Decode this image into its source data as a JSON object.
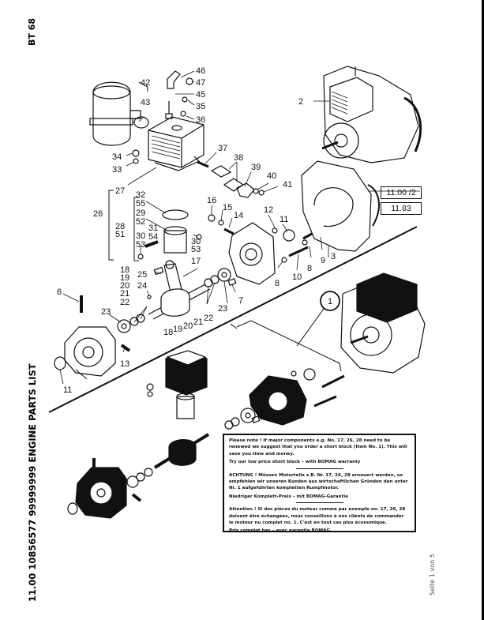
{
  "document": {
    "code": "BT 68",
    "title": "11.00 10856577 99999999 ENGINE PARTS LIST",
    "page": "Seite 1 von 5"
  },
  "references": {
    "group": "11.00 /2",
    "next": "11.83"
  },
  "callouts": {
    "short_block": "1",
    "engine": "2",
    "fan_cover": "3",
    "stud": "6",
    "pin": "7",
    "washer_a": "8",
    "washer_b": "8",
    "screw_9": "9",
    "screw_10": "10",
    "bearing_11_top": "11",
    "bearing_11_bottom": "11",
    "nut_12": "12",
    "plug_13": "13",
    "stud_14": "14",
    "washer_15": "15",
    "nut_16": "16",
    "conrod": "17",
    "crank_group_a": [
      "18",
      "19",
      "20",
      "21",
      "22"
    ],
    "crank_group_b": [
      "18",
      "19",
      "20",
      "21",
      "22"
    ],
    "seal_22": "22",
    "bearing_23_left": "23",
    "bearing_23_right": "23",
    "key_24": "24",
    "needle_25": "25",
    "cylinder_kit": "26",
    "cylinder": "27",
    "piston_kit": [
      "28",
      "51"
    ],
    "piston": [
      "29",
      "52"
    ],
    "circlip_left": [
      "30",
      "53"
    ],
    "circlip_right": [
      "30",
      "53"
    ],
    "piston_pin": [
      "31",
      "54"
    ],
    "ring": [
      "32",
      "55"
    ],
    "washer_33": "33",
    "nut_34": "34",
    "screw_35": "35",
    "spring_36": "36",
    "stud_37": "37",
    "gasket_38": "38",
    "flange_39": "39",
    "washer_40": "40",
    "nut_41": "41",
    "air_filter": "42",
    "clamp_43": "43",
    "spark_plug": "45",
    "plug_cap": "46",
    "nut_47": "47"
  },
  "note": {
    "en_body": "Please note ! If major components e.g. No. 17, 26, 28 need to be renewed we suggest that you order a short block (Item No. 1). This will save you time and money.",
    "en_tag": "Try our low price short block – with BOMAG warranty",
    "de_body": "ACHTUNG ! Müssen Motorteile z.B. Nr. 17, 26, 28 erneuert werden, so empfehlen wir unseren Kunden aus wirtschaftlichen Gründen den unter Nr. 1 aufgeführten kompletten Rumpfmotor.",
    "de_tag": "Niedriger Komplett-Preis – mit BOMAG-Garantie",
    "fr_body": "Attention ! Si des pièces du moteur comme par exemple no. 17, 26, 28 doivent être échangées, nous conseillons à nos clients de commander le moteur nu complet no. 1. C'est en tout cas plus économique.",
    "fr_tag": "Prix complet bas – avec garantie BOMAG"
  }
}
